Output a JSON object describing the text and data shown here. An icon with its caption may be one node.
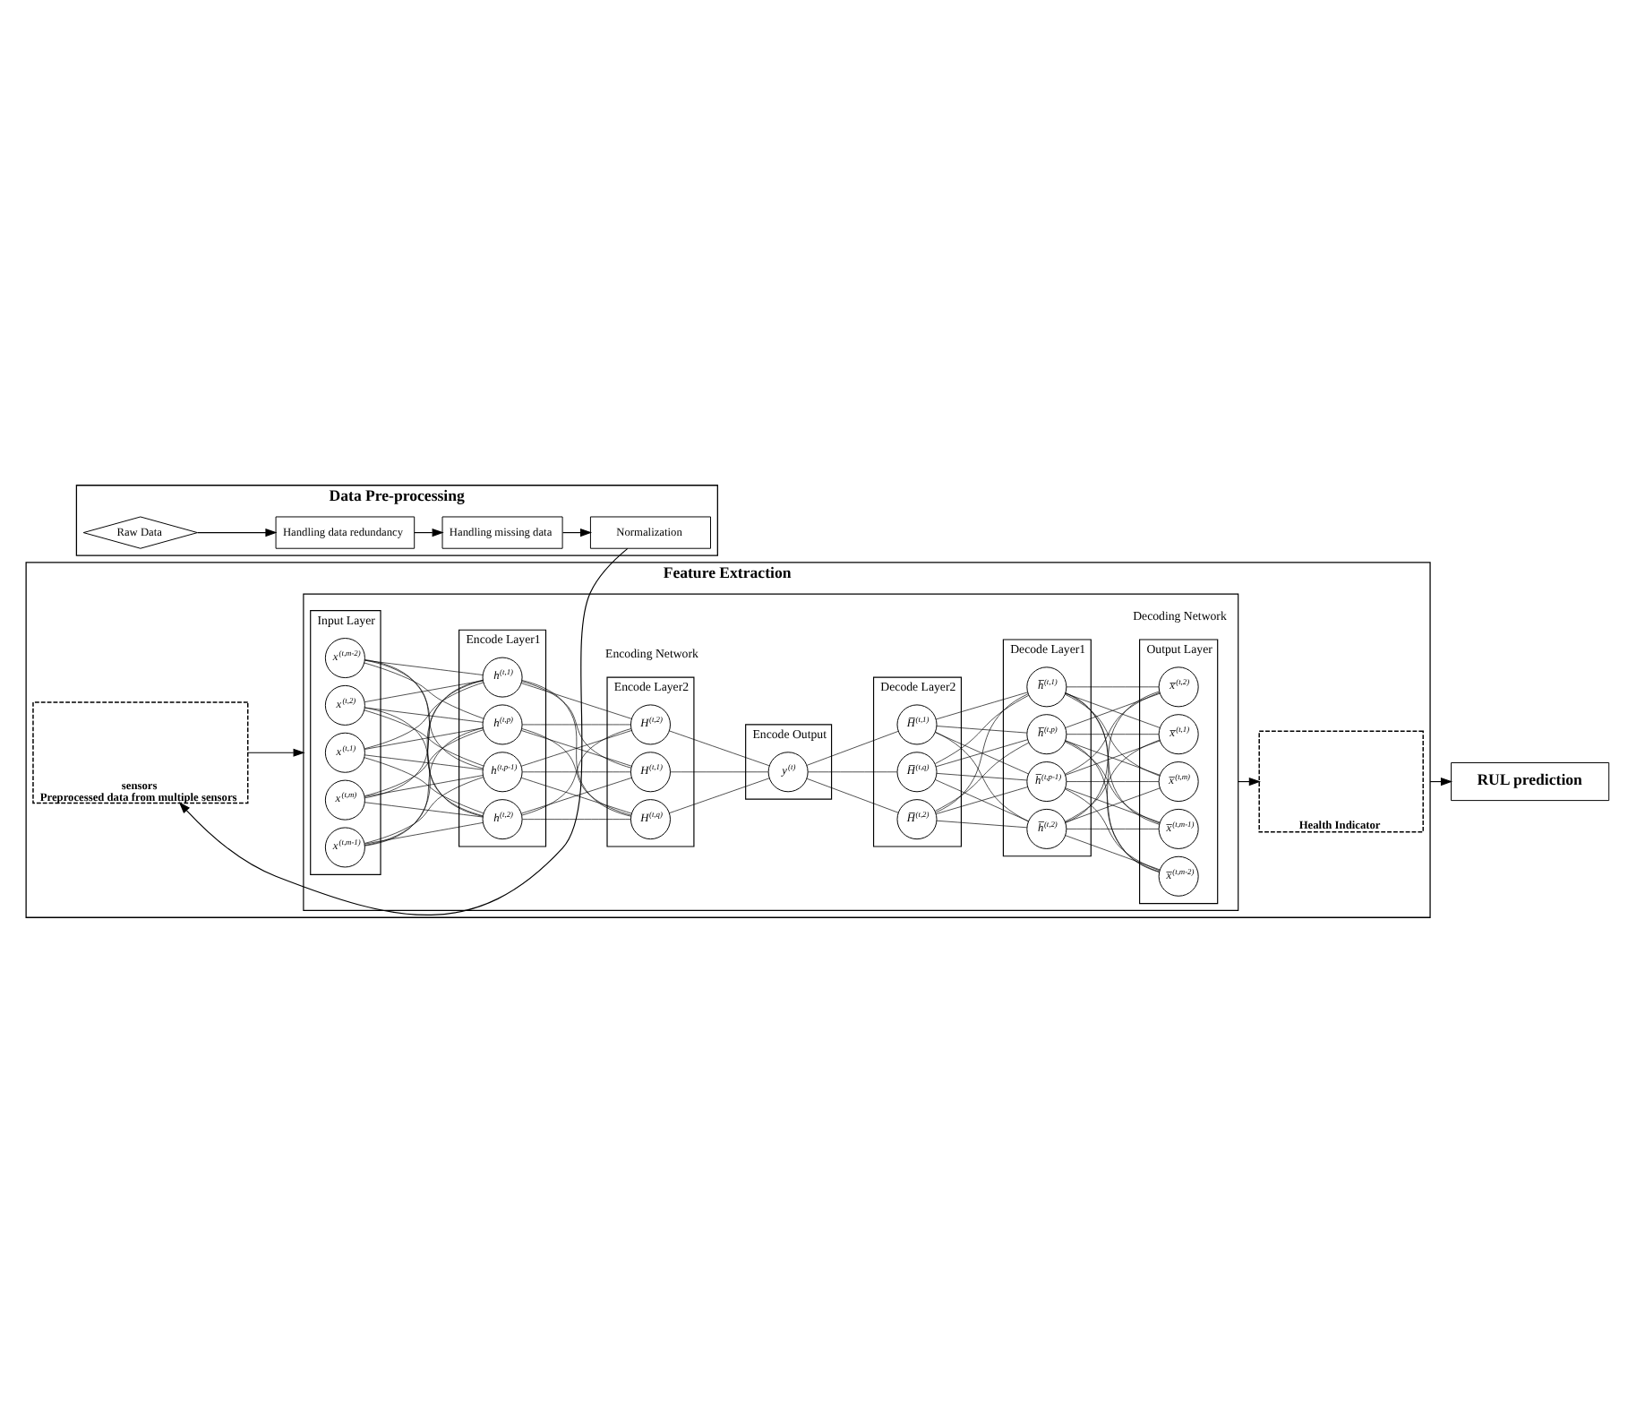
{
  "diagram": {
    "nodes": [
      {
        "text": [
          "Data Pre-processing"
        ]
      },
      {
        "text": [
          "Raw Data"
        ],
        "in": 0
      },
      {
        "text": [
          "Handling data redundancy"
        ],
        "in": 0
      },
      {
        "text": [
          "Handling missing data"
        ],
        "in": 0
      },
      {
        "text": [
          "Normalization"
        ],
        "in": 0
      },
      {
        "text": [
          "Feature Extraction"
        ]
      },
      {
        "text": [],
        "shape": "box",
        "in": 5
      },
      {
        "text": [
          "Input Layer"
        ],
        "in": 6
      },
      {
        "text": [
          "x$^{(t,1)}$"
        ],
        "in": 7
      },
      {
        "text": [
          "x$^{(t,2)}$"
        ],
        "in": 7
      },
      {
        "text": [
          "x$^{(t,m-2)}$"
        ],
        "in": 7
      },
      {
        "text": [
          "x$^{(t,m-1)}$"
        ],
        "in": 7
      },
      {
        "text": [
          "x$^{(t,m)}$"
        ],
        "in": 7
      },
      {
        "text": [
          "Encode Layer1"
        ],
        "in": 6
      },
      {
        "text": [
          "h$^{(t,1)}$"
        ],
        "in": 13
      },
      {
        "text": [
          "h$^{(t,2)}$"
        ],
        "in": 13
      },
      {
        "text": [
          "h$^{(t,p-1)}$"
        ],
        "in": 13
      },
      {
        "text": [
          "h$^{(t,p)}$"
        ],
        "in": 13
      },
      {
        "text": [
          "Encode Layer2"
        ],
        "in": 6
      },
      {
        "text": [
          "H$^{(t,1)}$"
        ],
        "in": 18
      },
      {
        "text": [
          "H$^{(t,2)}$"
        ],
        "in": 18
      },
      {
        "text": [
          "H$^{(t,q)}$"
        ],
        "in": 18
      },
      {
        "text": [
          "Encode Output"
        ],
        "in": 6
      },
      {
        "text": [
          "y$^{(t)}$"
        ],
        "in": 22
      },
      {
        "text": [
          "Decode Layer2"
        ],
        "in": 6
      },
      {
        "text": [
          "H̅$^{(t,1)}$"
        ],
        "in": 24
      },
      {
        "text": [
          "H̅$^{(t,2)}$"
        ],
        "in": 24
      },
      {
        "text": [
          "H̅$^{(t,q)}$"
        ],
        "in": 24
      },
      {
        "text": [
          "Decode Layer1"
        ],
        "in": 6
      },
      {
        "text": [
          "h̅$^{(t,1)}$"
        ],
        "in": 28
      },
      {
        "text": [
          "h̅$^{(t,2)}$"
        ],
        "in": 28
      },
      {
        "text": [
          "h̅$^{(t,p-1)}$"
        ],
        "in": 28
      },
      {
        "text": [
          "h̅$^{(t,p)}$"
        ],
        "in": 28
      },
      {
        "text": [
          "Output Layer"
        ],
        "in": 6
      },
      {
        "text": [
          "x̅$^{(t,1)}$"
        ],
        "in": 33
      },
      {
        "text": [
          "x̅$^{(t,2)}$"
        ],
        "in": 33
      },
      {
        "text": [
          "x̅$^{(t,m-2)}$"
        ],
        "in": 33
      },
      {
        "text": [
          "x̅$^{(t,m-1)}$"
        ],
        "in": 33
      },
      {
        "text": [
          "x̅$^{(t,m)}$"
        ],
        "in": 33
      },
      {
        "text": [
          "sensors",
          "Preprocessed data from multiple sensors"
        ],
        "in": 5
      },
      {
        "text": [
          "Health Indicator"
        ],
        "in": 5
      },
      {
        "text": [
          "RUL prediction"
        ]
      }
    ],
    "edges": [
      {
        "from": 1,
        "to": 2,
        "arrow": "to"
      },
      {
        "from": 2,
        "to": 3,
        "arrow": "to"
      },
      {
        "from": 3,
        "to": 4,
        "arrow": "to"
      },
      {
        "from": 4,
        "to": 39,
        "arrow": "to"
      },
      {
        "from": 39,
        "to": 6,
        "arrow": "to"
      },
      {
        "from": 6,
        "to": 40,
        "arrow": "to"
      },
      {
        "from": 5,
        "to": 41,
        "arrow": "to"
      },
      {
        "from": 8,
        "to": 14,
        "arrow": "none"
      },
      {
        "from": 8,
        "to": 15,
        "arrow": "none"
      },
      {
        "from": 8,
        "to": 16,
        "arrow": "none"
      },
      {
        "from": 8,
        "to": 17,
        "arrow": "none"
      },
      {
        "from": 9,
        "to": 14,
        "arrow": "none"
      },
      {
        "from": 9,
        "to": 15,
        "arrow": "none"
      },
      {
        "from": 9,
        "to": 16,
        "arrow": "none"
      },
      {
        "from": 9,
        "to": 17,
        "arrow": "none"
      },
      {
        "from": 10,
        "to": 14,
        "arrow": "none"
      },
      {
        "from": 10,
        "to": 15,
        "arrow": "none"
      },
      {
        "from": 10,
        "to": 16,
        "arrow": "none"
      },
      {
        "from": 10,
        "to": 17,
        "arrow": "none"
      },
      {
        "from": 11,
        "to": 14,
        "arrow": "none"
      },
      {
        "from": 11,
        "to": 15,
        "arrow": "none"
      },
      {
        "from": 11,
        "to": 16,
        "arrow": "none"
      },
      {
        "from": 11,
        "to": 17,
        "arrow": "none"
      },
      {
        "from": 12,
        "to": 14,
        "arrow": "none"
      },
      {
        "from": 12,
        "to": 15,
        "arrow": "none"
      },
      {
        "from": 12,
        "to": 16,
        "arrow": "none"
      },
      {
        "from": 12,
        "to": 17,
        "arrow": "none"
      },
      {
        "from": 14,
        "to": 19,
        "arrow": "none"
      },
      {
        "from": 14,
        "to": 20,
        "arrow": "none"
      },
      {
        "from": 14,
        "to": 21,
        "arrow": "none"
      },
      {
        "from": 15,
        "to": 19,
        "arrow": "none"
      },
      {
        "from": 15,
        "to": 20,
        "arrow": "none"
      },
      {
        "from": 15,
        "to": 21,
        "arrow": "none"
      },
      {
        "from": 16,
        "to": 19,
        "arrow": "none"
      },
      {
        "from": 16,
        "to": 20,
        "arrow": "none"
      },
      {
        "from": 16,
        "to": 21,
        "arrow": "none"
      },
      {
        "from": 17,
        "to": 19,
        "arrow": "none"
      },
      {
        "from": 17,
        "to": 20,
        "arrow": "none"
      },
      {
        "from": 17,
        "to": 21,
        "arrow": "none"
      },
      {
        "from": 19,
        "to": 23,
        "arrow": "none"
      },
      {
        "from": 20,
        "to": 23,
        "arrow": "none"
      },
      {
        "from": 21,
        "to": 23,
        "arrow": "none"
      },
      {
        "from": 23,
        "to": 25,
        "arrow": "none"
      },
      {
        "from": 23,
        "to": 26,
        "arrow": "none"
      },
      {
        "from": 23,
        "to": 27,
        "arrow": "none"
      },
      {
        "from": 25,
        "to": 29,
        "arrow": "none"
      },
      {
        "from": 25,
        "to": 30,
        "arrow": "none"
      },
      {
        "from": 25,
        "to": 31,
        "arrow": "none"
      },
      {
        "from": 25,
        "to": 32,
        "arrow": "none"
      },
      {
        "from": 26,
        "to": 29,
        "arrow": "none"
      },
      {
        "from": 26,
        "to": 30,
        "arrow": "none"
      },
      {
        "from": 26,
        "to": 31,
        "arrow": "none"
      },
      {
        "from": 26,
        "to": 32,
        "arrow": "none"
      },
      {
        "from": 27,
        "to": 29,
        "arrow": "none"
      },
      {
        "from": 27,
        "to": 30,
        "arrow": "none"
      },
      {
        "from": 27,
        "to": 31,
        "arrow": "none"
      },
      {
        "from": 27,
        "to": 32,
        "arrow": "none"
      },
      {
        "from": 29,
        "to": 34,
        "arrow": "none"
      },
      {
        "from": 29,
        "to": 35,
        "arrow": "none"
      },
      {
        "from": 29,
        "to": 36,
        "arrow": "none"
      },
      {
        "from": 29,
        "to": 37,
        "arrow": "none"
      },
      {
        "from": 29,
        "to": 38,
        "arrow": "none"
      },
      {
        "from": 30,
        "to": 34,
        "arrow": "none"
      },
      {
        "from": 30,
        "to": 35,
        "arrow": "none"
      },
      {
        "from": 30,
        "to": 36,
        "arrow": "none"
      },
      {
        "from": 30,
        "to": 37,
        "arrow": "none"
      },
      {
        "from": 30,
        "to": 38,
        "arrow": "none"
      },
      {
        "from": 31,
        "to": 34,
        "arrow": "none"
      },
      {
        "from": 31,
        "to": 35,
        "arrow": "none"
      },
      {
        "from": 31,
        "to": 36,
        "arrow": "none"
      },
      {
        "from": 31,
        "to": 37,
        "arrow": "none"
      },
      {
        "from": 31,
        "to": 38,
        "arrow": "none"
      },
      {
        "from": 32,
        "to": 34,
        "arrow": "none"
      },
      {
        "from": 32,
        "to": 35,
        "arrow": "none"
      },
      {
        "from": 32,
        "to": 36,
        "arrow": "none"
      },
      {
        "from": 32,
        "to": 37,
        "arrow": "none"
      },
      {
        "from": 32,
        "to": 38,
        "arrow": "none"
      }
    ],
    "labels": [
      "Encoding Network",
      "Decoding Network"
    ]
  }
}
